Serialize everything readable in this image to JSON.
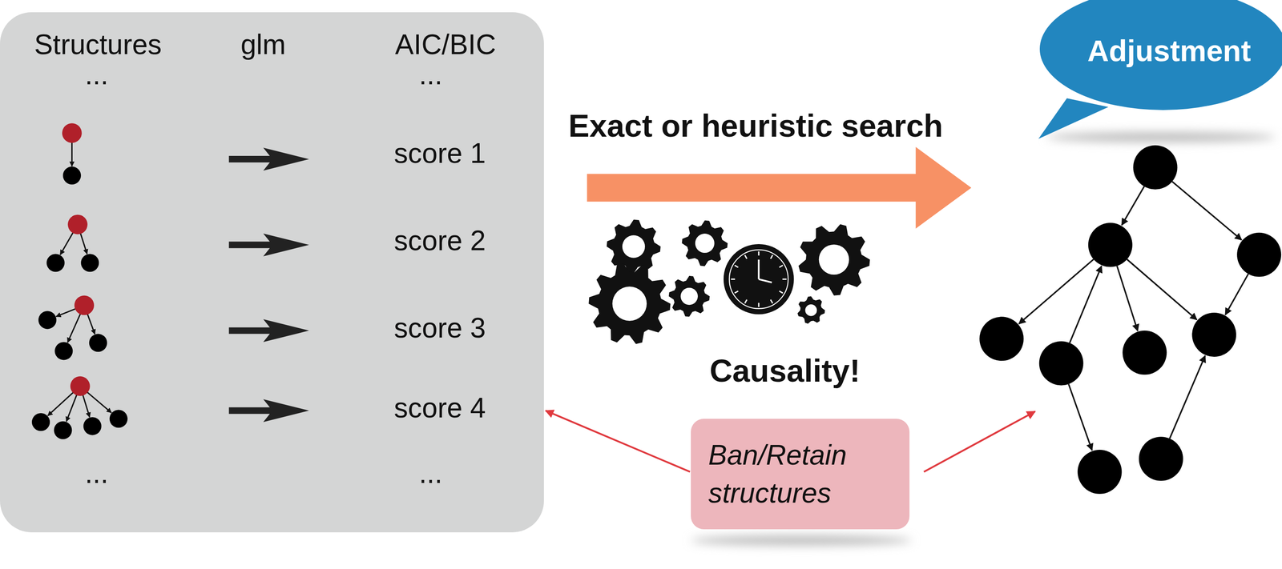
{
  "diagram": {
    "nodes": [
      {
        "text": [
          "Structures",
          "glm",
          "AIC/BIC",
          "...",
          "...",
          "score 1",
          "score 2",
          "score 3",
          "score 4",
          "...",
          "..."
        ]
      },
      {
        "text": [
          "Adjustment"
        ]
      },
      {
        "text": [
          "Ban/Retain structures"
        ]
      }
    ],
    "edges": [
      {
        "from": 2,
        "to": 0,
        "arrow": "to"
      }
    ],
    "labels": [
      "Exact or heuristic search",
      "Causality!"
    ]
  }
}
